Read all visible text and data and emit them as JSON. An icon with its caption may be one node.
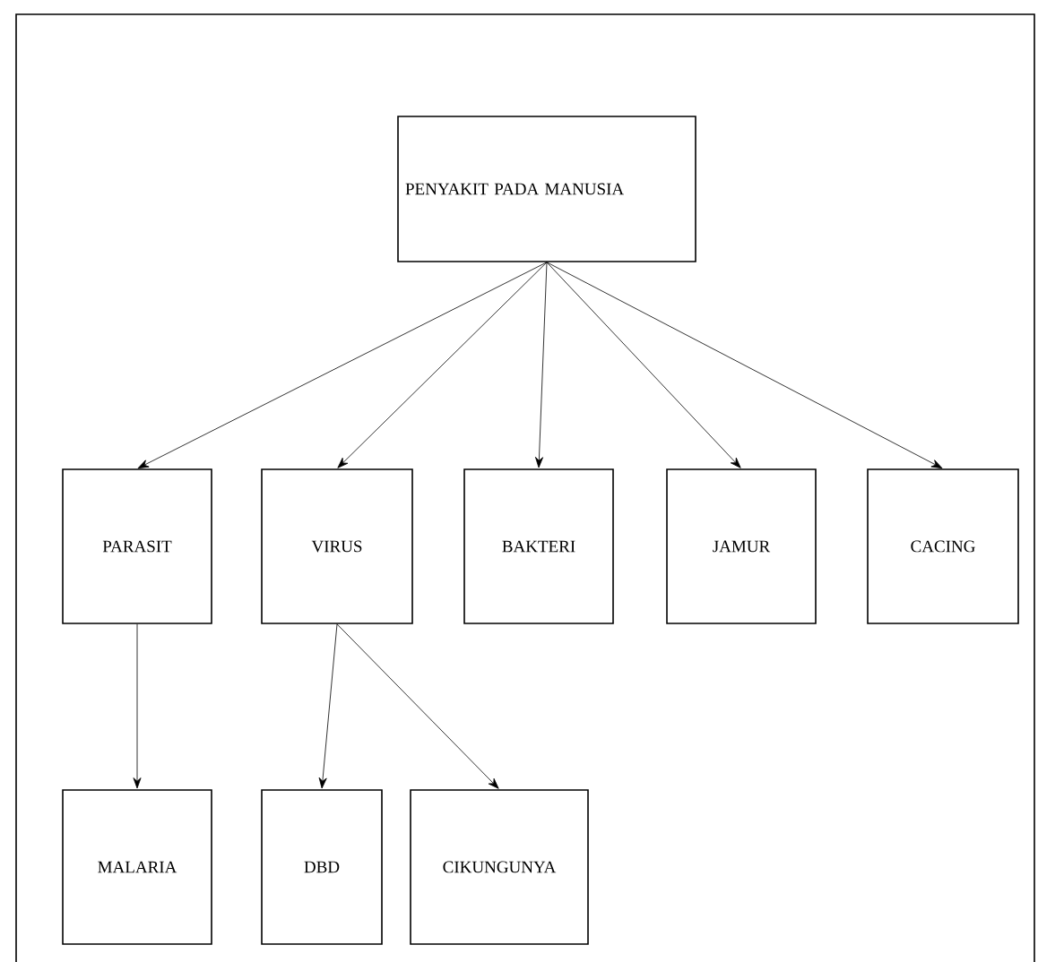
{
  "diagram": {
    "nodes": [
      {
        "text": [
          "PENYAKIT PADA MANUSIA"
        ]
      },
      {
        "text": [
          "PARASIT"
        ]
      },
      {
        "text": [
          "VIRUS"
        ]
      },
      {
        "text": [
          "BAKTERI"
        ]
      },
      {
        "text": [
          "JAMUR"
        ]
      },
      {
        "text": [
          "CACING"
        ]
      },
      {
        "text": [
          "MALARIA"
        ]
      },
      {
        "text": [
          "DBD"
        ]
      },
      {
        "text": [
          "CIKUNGUNYA"
        ]
      }
    ],
    "edges": [
      {
        "from": 0,
        "to": 1,
        "arrow": "to"
      },
      {
        "from": 0,
        "to": 2,
        "arrow": "to"
      },
      {
        "from": 0,
        "to": 3,
        "arrow": "to"
      },
      {
        "from": 0,
        "to": 4,
        "arrow": "to"
      },
      {
        "from": 0,
        "to": 5,
        "arrow": "to"
      },
      {
        "from": 1,
        "to": 6,
        "arrow": "to"
      },
      {
        "from": 2,
        "to": 7,
        "arrow": "to"
      },
      {
        "from": 2,
        "to": 8,
        "arrow": "to"
      }
    ]
  }
}
